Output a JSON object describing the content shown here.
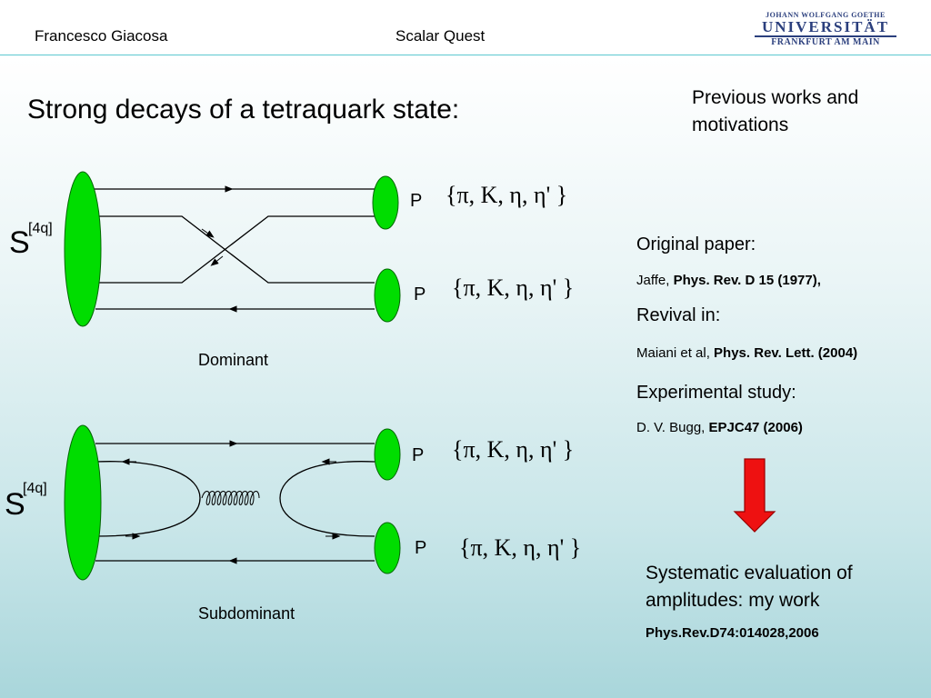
{
  "header": {
    "author": "Francesco Giacosa",
    "talk_title": "Scalar Quest",
    "logo": {
      "line1": "JOHANN WOLFGANG GOETHE",
      "line2": "UNIVERSITÄT",
      "line3": "FRANKFURT AM MAIN"
    }
  },
  "slide": {
    "title": "Strong decays of a tetraquark state:",
    "side_note": "Previous works and motivations"
  },
  "diagram_top": {
    "source_symbol": "S",
    "source_sup": "[4q]",
    "out1_label": "P",
    "out2_label": "P",
    "formula1": "{π, K, η, η' }",
    "formula2": "{π, K, η, η' }",
    "caption": "Dominant"
  },
  "diagram_bottom": {
    "source_symbol": "S",
    "source_sup": "[4q]",
    "out1_label": "P",
    "out2_label": "P",
    "formula1": "{π, K, η, η' }",
    "formula2": "{π, K, η, η' }",
    "caption": "Subdominant"
  },
  "references": {
    "original_heading": "Original paper:",
    "original_authors": "Jaffe,",
    "original_journal": "Phys. Rev. D 15 (1977),",
    "revival_heading": "Revival in:",
    "revival_authors": "Maiani et al,",
    "revival_journal": "Phys. Rev. Lett. (2004)",
    "experimental_heading": "Experimental study:",
    "experimental_authors": "D. V. Bugg,",
    "experimental_journal": "EPJC47 (2006)"
  },
  "conclusion": {
    "text": "Systematic evaluation of amplitudes: my work",
    "reference": "Phys.Rev.D74:014028,2006"
  },
  "colors": {
    "blob": "#00dd00",
    "arrow_red": "#ee1111",
    "header_line": "#5cc9d0",
    "logo_blue": "#2b3f7d"
  },
  "icons": [
    "ellipse-blob",
    "red-down-arrow",
    "university-logo"
  ]
}
